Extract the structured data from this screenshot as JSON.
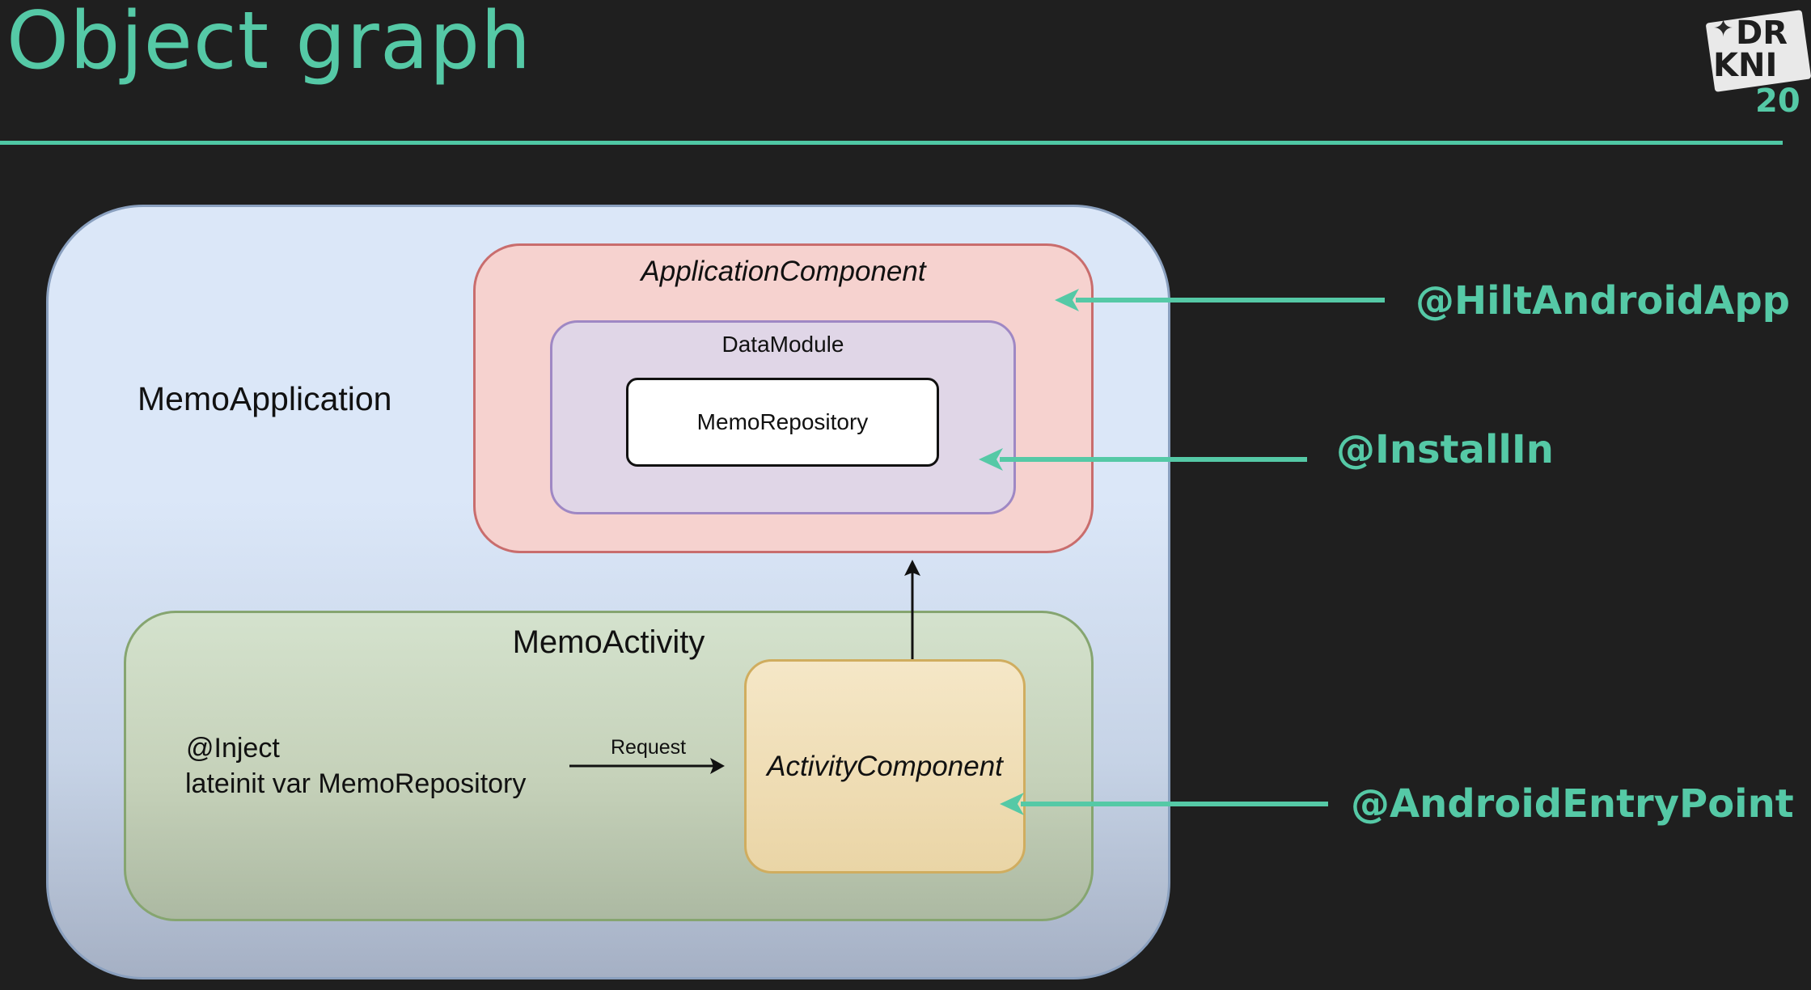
{
  "slide": {
    "title": "Object graph",
    "logo": {
      "line1": "DR",
      "line2": "KNI",
      "line3": "20",
      "star": "✦"
    }
  },
  "diagram": {
    "memo_application": {
      "label": "MemoApplication"
    },
    "application_component": {
      "label": "ApplicationComponent"
    },
    "data_module": {
      "label": "DataModule"
    },
    "memo_repository": {
      "label": "MemoRepository"
    },
    "memo_activity": {
      "label": "MemoActivity"
    },
    "inject_code": {
      "line1": "@Inject",
      "line2": "lateinit var MemoRepository"
    },
    "request_edge": {
      "label": "Request"
    },
    "activity_component": {
      "label": "ActivityComponent"
    }
  },
  "annotations": {
    "hilt_android_app": "@HiltAndroidApp",
    "install_in": "@InstallIn",
    "android_entry_point": "@AndroidEntryPoint"
  },
  "colors": {
    "accent": "#55c9a6",
    "background": "#1f1f1f",
    "application_fill": "#dbe7f8",
    "application_component_fill": "#f6d2cf",
    "data_module_fill": "#e0d6e7",
    "activity_fill": "#d4e2cd",
    "activity_component_fill": "#f5e7c7"
  }
}
